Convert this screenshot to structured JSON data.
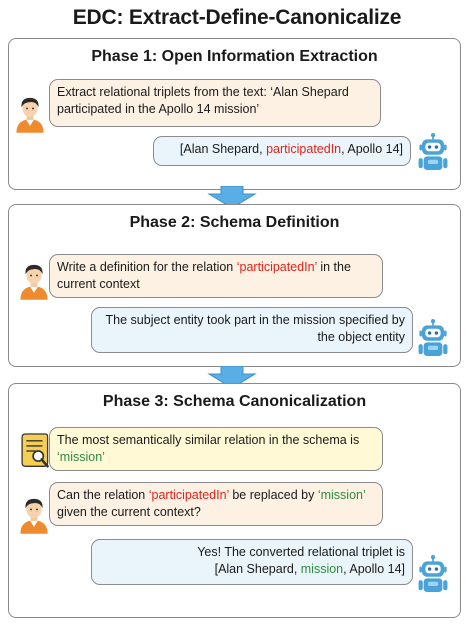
{
  "title": "EDC: Extract-Define-Canonicalize",
  "colors": {
    "relation_red": "#e0241b",
    "schema_green": "#2e8b3e",
    "user_bubble": "#fdf1e4",
    "bot_bubble": "#eaf5fb",
    "retriever_bubble": "#fff9d6",
    "arrow": "#5aaee6"
  },
  "phase1": {
    "title": "Phase 1: Open Information Extraction",
    "user_msg": "Extract relational triplets from the text: ‘Alan Shepard participated in the Apollo 14 mission’",
    "bot_msg": {
      "pre": "[Alan Shepard, ",
      "relation": "participatedIn",
      "post": ", Apollo 14]"
    }
  },
  "phase2": {
    "title": "Phase 2: Schema Definition",
    "user_msg": {
      "pre": "Write a definition for the relation ",
      "relation": "‘participatedIn’",
      "post": " in the current context"
    },
    "bot_msg": "The subject entity took part in the mission specified by the object entity"
  },
  "phase3": {
    "title": "Phase 3: Schema Canonicalization",
    "retriever_msg": {
      "pre": "The most semantically similar relation in the schema is ",
      "schema": "‘mission’"
    },
    "user_msg": {
      "pre": "Can the relation ",
      "relation": "‘participatedIn’",
      "mid": " be replaced by ",
      "schema": "‘mission’",
      "post": " given the current context?"
    },
    "bot_msg": {
      "line1": "Yes! The converted relational triplet is",
      "pre": "[Alan Shepard, ",
      "schema": "mission",
      "post": ", Apollo 14]"
    }
  },
  "icons": {
    "user": "person-avatar-icon",
    "bot": "robot-icon",
    "retriever": "document-search-icon",
    "flow": "down-arrow-icon"
  }
}
